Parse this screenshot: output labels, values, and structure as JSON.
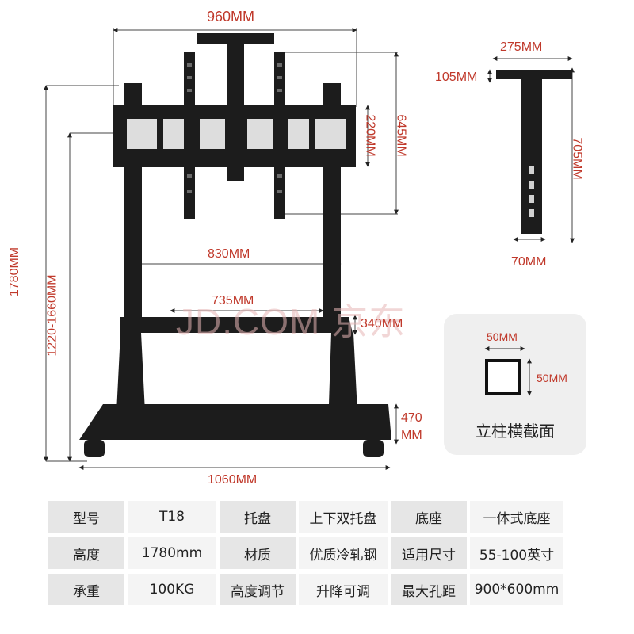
{
  "diagram": {
    "dims": {
      "width_top": "960MM",
      "plate_width": "275MM",
      "plate_depth": "105MM",
      "bracket_height": "220MM",
      "mount_height": "645MM",
      "column_height": "705MM",
      "column_width": "70MM",
      "total_height": "1780MM",
      "height_range": "1220-1660MM",
      "pole_spacing": "830MM",
      "tray_width": "735MM",
      "tray_height": "340MM",
      "base_height_line1": "470",
      "base_height_line2": "MM",
      "base_width": "1060MM",
      "section_w": "50MM",
      "section_h": "50MM"
    },
    "watermark": "JD.COM 京东",
    "cross_section_label": "立柱横截面"
  },
  "specs": [
    [
      {
        "k": "型号",
        "v": "T18"
      },
      {
        "k": "托盘",
        "v": "上下双托盘"
      },
      {
        "k": "底座",
        "v": "一体式底座"
      }
    ],
    [
      {
        "k": "高度",
        "v": "1780mm"
      },
      {
        "k": "材质",
        "v": "优质冷轧钢"
      },
      {
        "k": "适用尺寸",
        "v": "55-100英寸"
      }
    ],
    [
      {
        "k": "承重",
        "v": "100KG"
      },
      {
        "k": "高度调节",
        "v": "升降可调"
      },
      {
        "k": "最大孔距",
        "v": "900*600mm"
      }
    ]
  ],
  "colors": {
    "dimension": "#c0392b",
    "product": "#1a1a1a"
  }
}
